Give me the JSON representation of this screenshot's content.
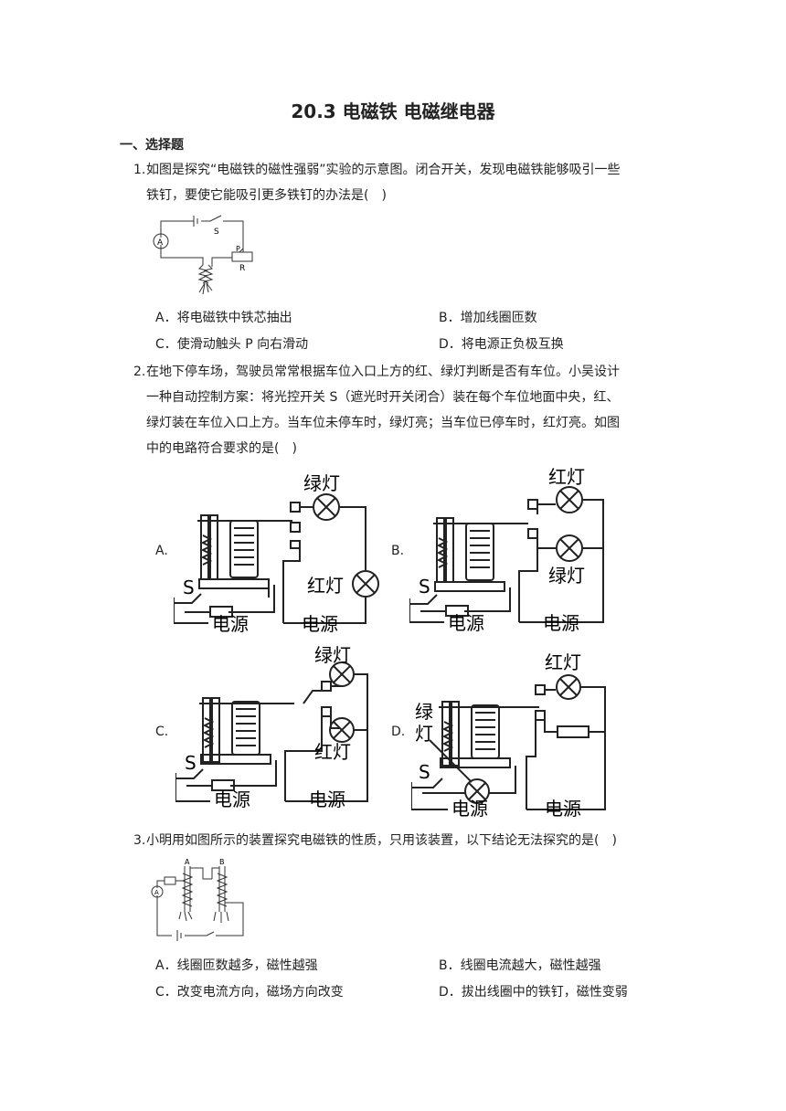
{
  "title": "20.3  电磁铁  电磁继电器",
  "section": "一、选择题",
  "questions": [
    {
      "num": "1.",
      "lines": [
        "如图是探究“电磁铁的磁性强弱”实验的示意图。闭合开关，发现电磁铁能够吸引一些",
        "铁钉，要使它能吸引更多铁钉的办法是(　)"
      ],
      "options": {
        "A": "A．将电磁铁中铁芯抽出",
        "B": "B．增加线圈匝数",
        "C": "C．使滑动触头  P  向右滑动",
        "D": "D．将电源正负极互换"
      },
      "fig_labels": {
        "A": "A",
        "S": "S",
        "P": "P",
        "R": "R"
      }
    },
    {
      "num": "2.",
      "lines": [
        "在地下停车场，驾驶员常常根据车位入口上方的红、绿灯判断是否有车位。小吴设计",
        "一种自动控制方案：将光控开关  S（遮光时开关闭合）装在每个车位地面中央，红、",
        "绿灯装在车位入口上方。当车位未停车时，绿灯亮；当车位已停车时，红灯亮。如图",
        "中的电路符合要求的是(　)"
      ],
      "options": {
        "A": "A.",
        "B": "B.",
        "C": "C.",
        "D": "D."
      },
      "circuits": {
        "green": "绿灯",
        "red": "红灯",
        "source": "电源",
        "s": "S",
        "green1": "绿",
        "green2": "灯"
      }
    },
    {
      "num": "3.",
      "lines": [
        "小明用如图所示的装置探究电磁铁的性质，只用该装置，以下结论无法探究的是(　)"
      ],
      "options": {
        "A": "A．线圈匝数越多，磁性越强",
        "B": "B．线圈电流越大，磁性越强",
        "C": "C．改变电流方向，磁场方向改变",
        "D": "D．拔出线圈中的铁钉，磁性变弱"
      },
      "fig_labels": {
        "A": "A",
        "a": "A",
        "b": "B"
      }
    }
  ]
}
